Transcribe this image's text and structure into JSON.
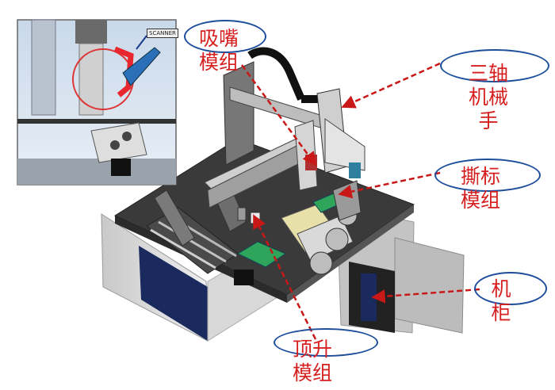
{
  "inset": {
    "scanner_label": "SCANNER"
  },
  "labels": {
    "suction_line1": "吸嘴",
    "suction_line2": "模组",
    "robot_line1": "三轴",
    "robot_line2": "机械",
    "robot_line3": "手",
    "peel_line1": "撕标",
    "peel_line2": "模组",
    "cabinet_line1": "机",
    "cabinet_line2": "柜",
    "lift_line1": "顶升",
    "lift_line2": "模组"
  },
  "colors": {
    "label": "#d61f1f",
    "arrow": "#c81818",
    "ellipse": "#1d4e9c",
    "machine_top": "#3a3a3a",
    "cabinet_panel": "#1a2a5e"
  }
}
